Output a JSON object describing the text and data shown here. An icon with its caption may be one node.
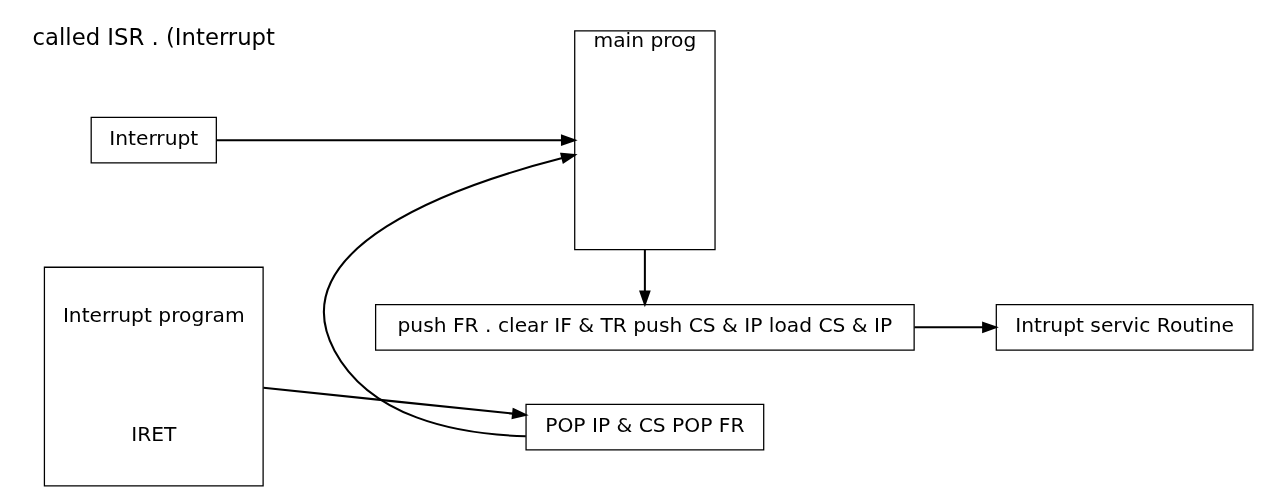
{
  "diagram": {
    "nodes": [
      {
        "text": [
          "Interrupt"
        ]
      },
      {
        "text": [
          "main prog"
        ]
      },
      {
        "text": [
          "push FR . clear IF & TR push CS & IP load CS & IP"
        ]
      },
      {
        "text": [
          "Intrupt servic Routine"
        ]
      },
      {
        "text": [
          "POP IP & CS POP FR"
        ]
      },
      {
        "text": [
          "Interrupt program",
          "IRET"
        ]
      }
    ],
    "edges": [
      {
        "from": 0,
        "to": 1,
        "arrow": "to"
      },
      {
        "from": 1,
        "to": 2,
        "arrow": "to"
      },
      {
        "from": 2,
        "to": 3,
        "arrow": "to"
      },
      {
        "from": 5,
        "to": 4,
        "arrow": "to"
      },
      {
        "from": 4,
        "to": 1,
        "arrow": "to"
      }
    ],
    "labels": [
      "called ISR . (Interrupt"
    ]
  }
}
